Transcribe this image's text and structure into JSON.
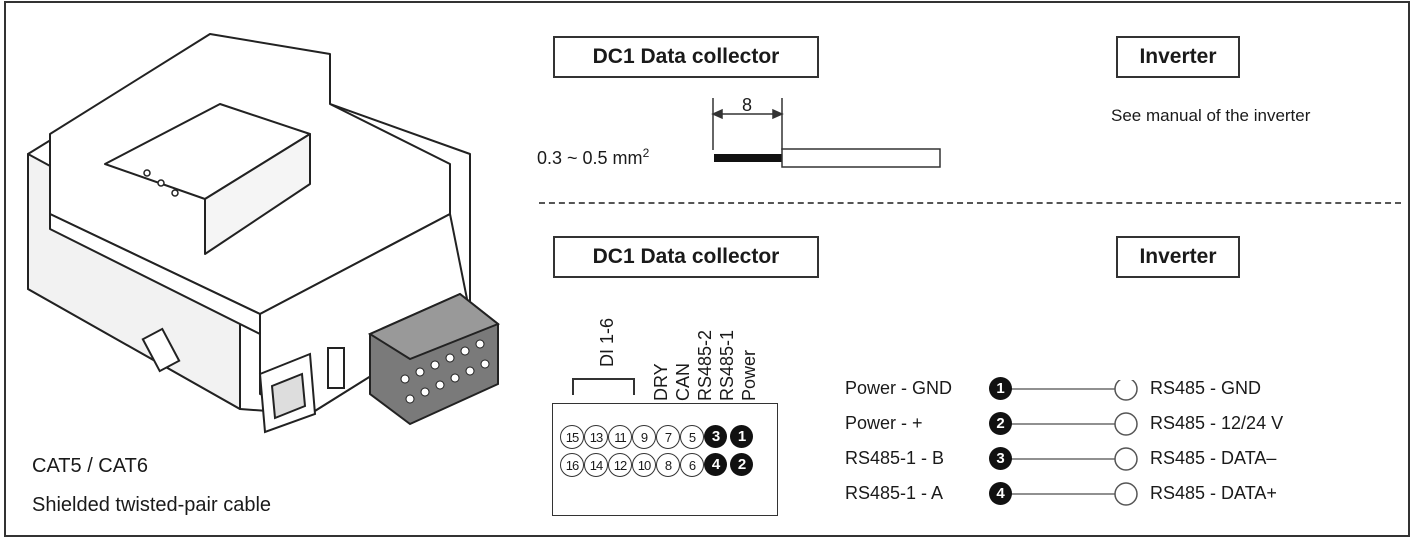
{
  "device_caption": {
    "line1": "CAT5 / CAT6",
    "line2": "Shielded twisted-pair cable"
  },
  "top_section": {
    "left_header": "DC1 Data collector",
    "right_header": "Inverter",
    "wire_size": "0.3 ~ 0.5 mm",
    "wire_size_sup": "2",
    "strip_length": "8",
    "inverter_note": "See manual of the inverter"
  },
  "bottom_section": {
    "left_header": "DC1 Data collector",
    "right_header": "Inverter",
    "terminal_labels": [
      "DI 1-6",
      "DRY",
      "CAN",
      "RS485-2",
      "RS485-1",
      "Power"
    ],
    "terminal_row_top": [
      "15",
      "13",
      "11",
      "9",
      "7",
      "5",
      "3",
      "1"
    ],
    "terminal_row_bottom": [
      "16",
      "14",
      "12",
      "10",
      "8",
      "6",
      "4",
      "2"
    ],
    "connections": [
      {
        "left": "Power - GND",
        "num": "1",
        "right": "RS485 - GND"
      },
      {
        "left": "Power - +",
        "num": "2",
        "right": "RS485 - 12/24 V"
      },
      {
        "left": "RS485-1 - B",
        "num": "3",
        "right": "RS485 - DATA–"
      },
      {
        "left": "RS485-1 - A",
        "num": "4",
        "right": "RS485 - DATA+"
      }
    ]
  },
  "colors": {
    "line": "#333333",
    "connector": "#6b6b6b",
    "fill_dark": "#111111"
  }
}
